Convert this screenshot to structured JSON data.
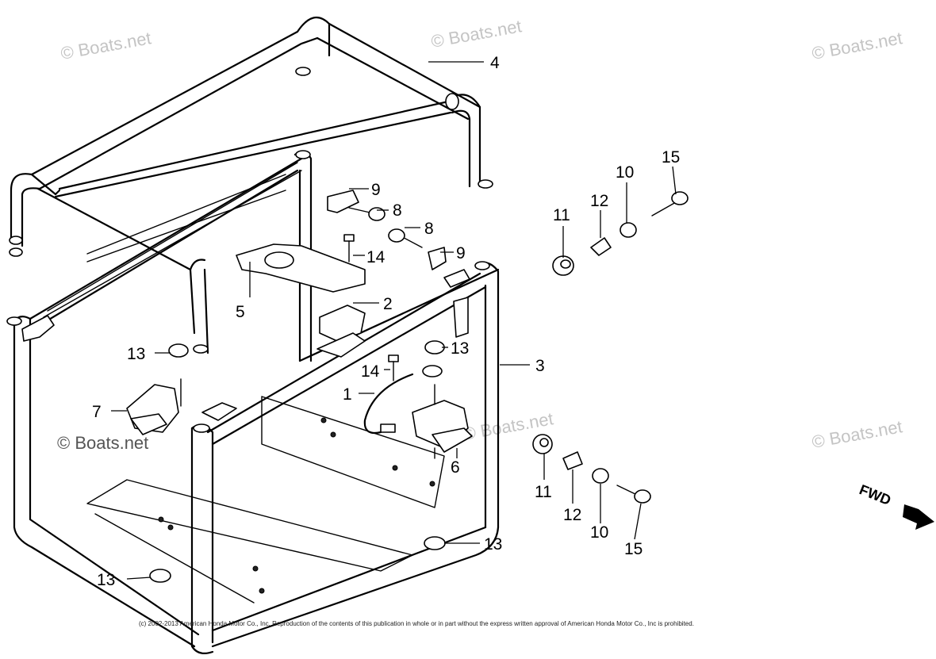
{
  "watermark_text": "© Boats.net",
  "direction_label": "FWD",
  "copyright_notice": "(c) 2002-2013 American Honda Motor Co., Inc. Reproduction of the contents of this publication in whole or in part without the express written approval of American Honda Motor Co., Inc is prohibited.",
  "callouts": [
    "4",
    "9",
    "8",
    "8",
    "14",
    "9",
    "5",
    "2",
    "13",
    "13",
    "3",
    "14",
    "1",
    "7",
    "6",
    "11",
    "12",
    "10",
    "15",
    "11",
    "12",
    "10",
    "15",
    "13",
    "13"
  ]
}
